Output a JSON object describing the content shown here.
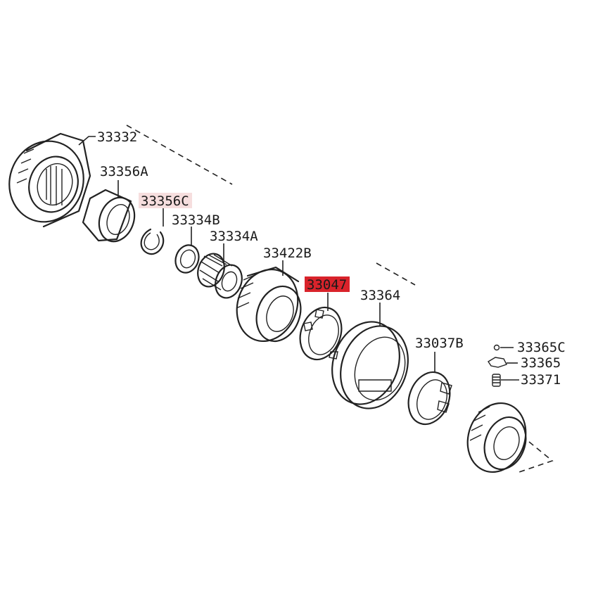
{
  "diagram": {
    "parts": [
      {
        "id": "p1",
        "number": "33332",
        "highlight": "none"
      },
      {
        "id": "p2",
        "number": "33356A",
        "highlight": "none"
      },
      {
        "id": "p3",
        "number": "33356C",
        "highlight": "soft"
      },
      {
        "id": "p4",
        "number": "33334B",
        "highlight": "none"
      },
      {
        "id": "p5",
        "number": "33334A",
        "highlight": "none"
      },
      {
        "id": "p6",
        "number": "33422B",
        "highlight": "none"
      },
      {
        "id": "p7",
        "number": "33047",
        "highlight": "strong"
      },
      {
        "id": "p8",
        "number": "33364",
        "highlight": "none"
      },
      {
        "id": "p9",
        "number": "33037B",
        "highlight": "none"
      },
      {
        "id": "p10",
        "number": "33365C",
        "highlight": "none"
      },
      {
        "id": "p11",
        "number": "33365",
        "highlight": "none"
      },
      {
        "id": "p12",
        "number": "33371",
        "highlight": "none"
      }
    ],
    "colors": {
      "line": "#222222",
      "highlight_soft": "#f6dede",
      "highlight_strong": "#d9232b"
    }
  }
}
